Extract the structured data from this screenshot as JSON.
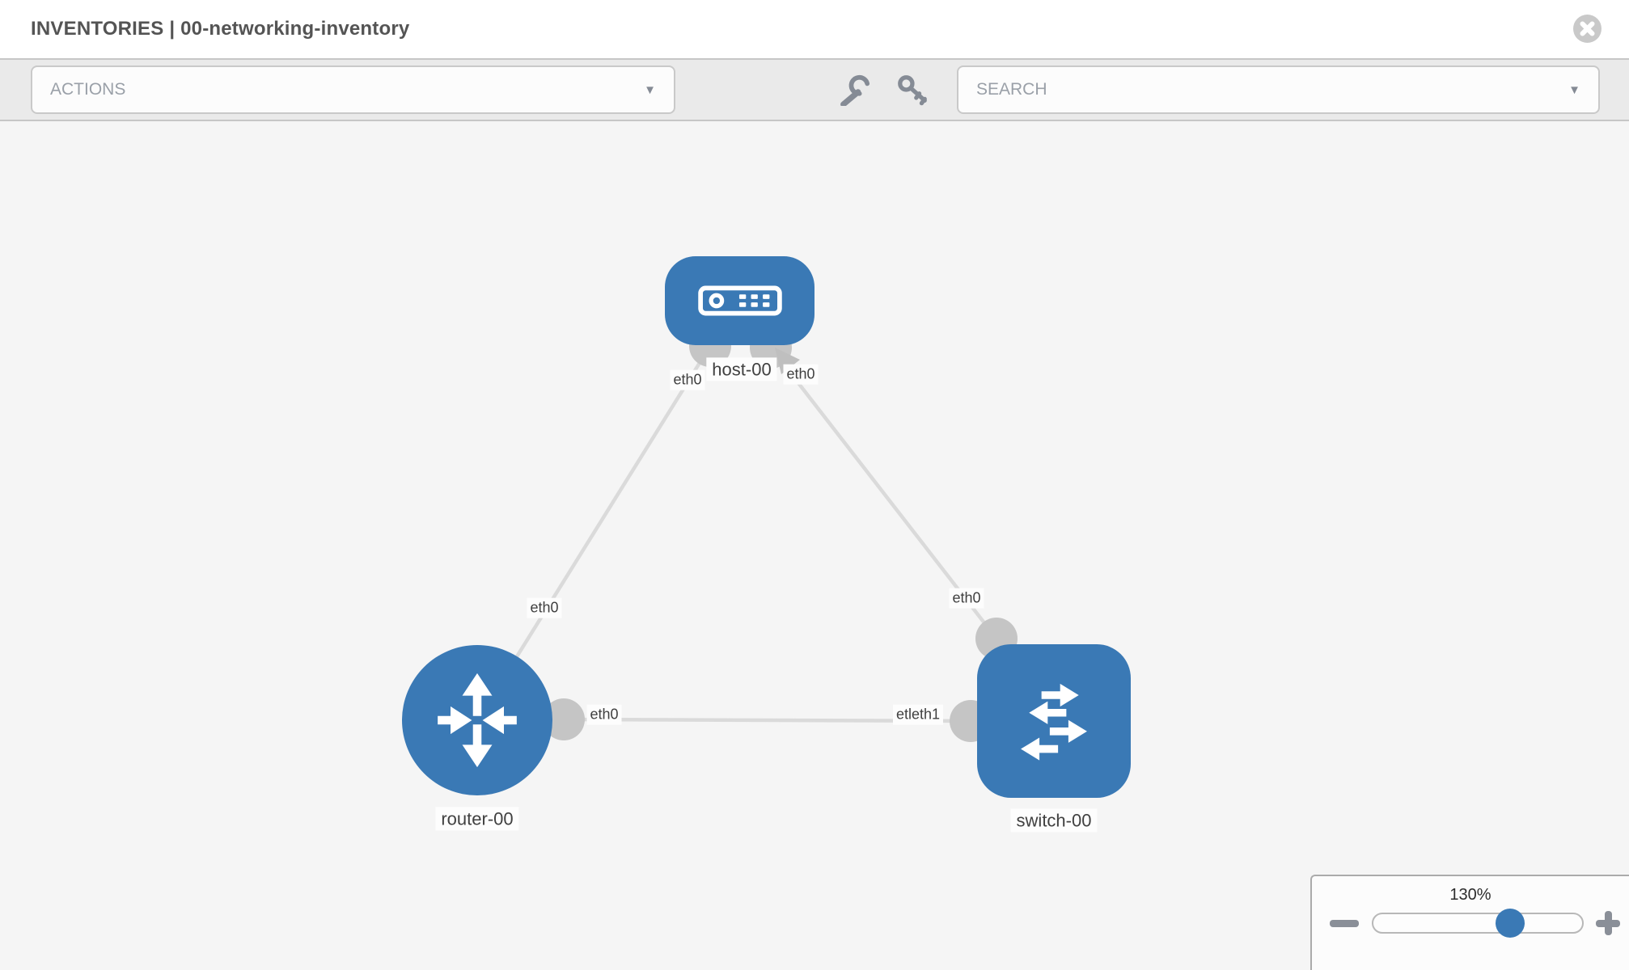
{
  "header": {
    "title": "INVENTORIES | 00-networking-inventory"
  },
  "toolbar": {
    "actions_label": "ACTIONS",
    "search_label": "SEARCH",
    "icons": [
      "wrench-icon",
      "key-icon"
    ]
  },
  "topology": {
    "nodes": [
      {
        "id": "host-00",
        "type": "host",
        "label": "host-00"
      },
      {
        "id": "router-00",
        "type": "router",
        "label": "router-00"
      },
      {
        "id": "switch-00",
        "type": "switch",
        "label": "switch-00"
      }
    ],
    "links": [
      {
        "from": "router-00",
        "to": "host-00",
        "labels": [
          "eth0",
          "eth0"
        ]
      },
      {
        "from": "host-00",
        "to": "switch-00",
        "labels": [
          "eth0",
          "eth0"
        ]
      },
      {
        "from": "router-00",
        "to": "switch-00",
        "labels": [
          "eth0",
          "etleth1"
        ]
      }
    ]
  },
  "zoom_control": {
    "level": "130%"
  },
  "colors": {
    "node_blue": "#3a79b5",
    "link_gray": "#dadada",
    "endpoint_gray": "#c5c5c5",
    "canvas_bg": "#f5f5f5",
    "toolbar_bg": "#eaeaea"
  }
}
